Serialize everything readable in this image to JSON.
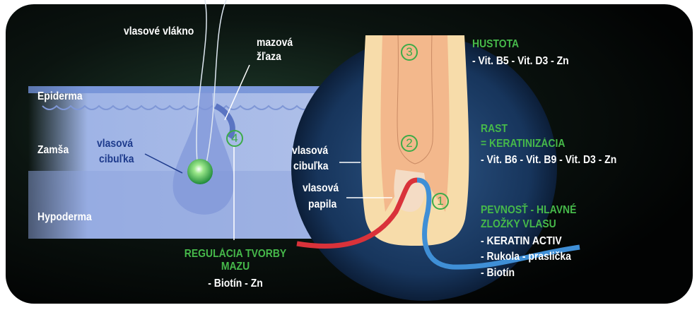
{
  "colors": {
    "background": "#050708",
    "skin": "#9fb4e6",
    "circle": "#1c3f6b",
    "follicle_outer": "#f7dcaa",
    "follicle_inner": "#f3b88c",
    "artery": "#d9323a",
    "vein": "#3f8fd6",
    "accent_green": "#46b94a"
  },
  "left": {
    "hair_shaft": "vlasové vlákno",
    "sebaceous_gland": [
      "mazová",
      "žľaza"
    ],
    "layers": [
      "Epiderma",
      "Zamša",
      "Hypoderma"
    ],
    "bulb": [
      "vlasová",
      "cibuľka"
    ],
    "marker": "4",
    "regulation_title": [
      "REGULÁCIA TVORBY",
      "MAZU"
    ],
    "regulation_items": "- Biotín  - Zn"
  },
  "detail": {
    "bulb": [
      "vlasová",
      "cibuľka"
    ],
    "papilla": [
      "vlasová",
      "papila"
    ],
    "markers": [
      "3",
      "2",
      "1"
    ]
  },
  "right": {
    "density_title": "HUSTOTA",
    "density_items": "- Vit. B5 - Vit. D3 - Zn",
    "growth_title": [
      "RAST",
      "= KERATINIZÁCIA"
    ],
    "growth_items": "- Vit. B6 - Vit. B9 - Vit. D3 - Zn",
    "strength_title": [
      "PEVNOSŤ - HLAVNÉ",
      "ZLOŽKY VLASU"
    ],
    "strength_items": [
      "- KERATIN ACTIV",
      "- Rukola - praslička",
      "- Biotín"
    ]
  }
}
